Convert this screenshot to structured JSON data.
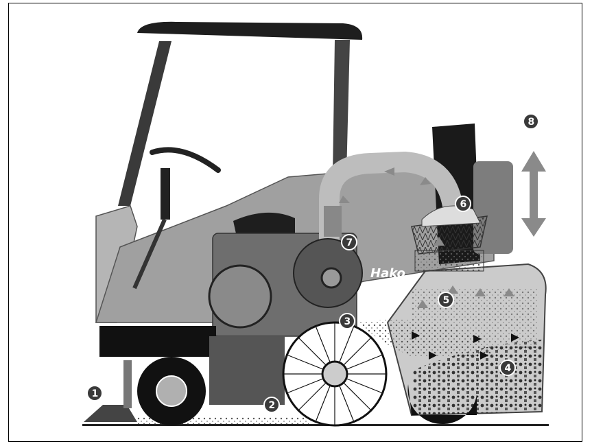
{
  "brand": {
    "label": "Hako"
  },
  "callouts": [
    {
      "id": "1",
      "label": "1"
    },
    {
      "id": "2",
      "label": "2"
    },
    {
      "id": "3",
      "label": "3"
    },
    {
      "id": "4",
      "label": "4"
    },
    {
      "id": "5",
      "label": "5"
    },
    {
      "id": "6",
      "label": "6"
    },
    {
      "id": "7",
      "label": "7"
    },
    {
      "id": "8",
      "label": "8"
    }
  ],
  "colors": {
    "cab": "#9a9a9a",
    "dark": "#2e2e2e",
    "body": "#7d7d7d",
    "hopper": "#cfcfcf",
    "airflow_arrow": "#8a8a8a"
  }
}
